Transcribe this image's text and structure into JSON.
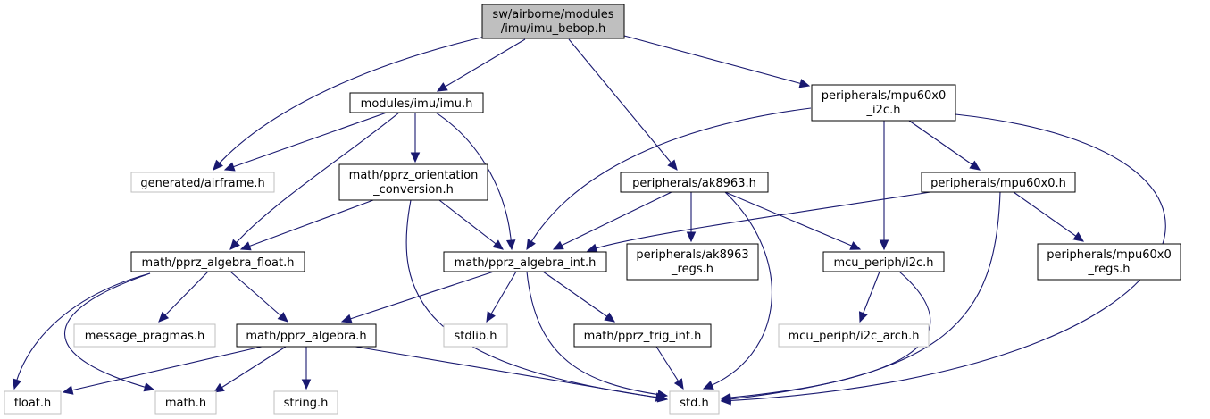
{
  "diagram": {
    "type": "include-dependency-graph",
    "colors": {
      "edge": "#191970",
      "main_fill": "#bfbfbf",
      "local_border": "#000000",
      "external_border": "#bfbfbf"
    },
    "nodes": [
      {
        "id": "imu_bebop",
        "lines": [
          "sw/airborne/modules",
          "/imu/imu_bebop.h"
        ],
        "kind": "main"
      },
      {
        "id": "imu",
        "lines": [
          "modules/imu/imu.h"
        ],
        "kind": "local"
      },
      {
        "id": "mpu60x0_i2c",
        "lines": [
          "peripherals/mpu60x0",
          "_i2c.h"
        ],
        "kind": "local"
      },
      {
        "id": "airframe",
        "lines": [
          "generated/airframe.h"
        ],
        "kind": "external"
      },
      {
        "id": "orientation",
        "lines": [
          "math/pprz_orientation",
          "_conversion.h"
        ],
        "kind": "local"
      },
      {
        "id": "ak8963",
        "lines": [
          "peripherals/ak8963.h"
        ],
        "kind": "local"
      },
      {
        "id": "mpu60x0",
        "lines": [
          "peripherals/mpu60x0.h"
        ],
        "kind": "local"
      },
      {
        "id": "algebra_float",
        "lines": [
          "math/pprz_algebra_float.h"
        ],
        "kind": "local"
      },
      {
        "id": "algebra_int",
        "lines": [
          "math/pprz_algebra_int.h"
        ],
        "kind": "local"
      },
      {
        "id": "ak8963_regs",
        "lines": [
          "peripherals/ak8963",
          "_regs.h"
        ],
        "kind": "local"
      },
      {
        "id": "i2c",
        "lines": [
          "mcu_periph/i2c.h"
        ],
        "kind": "local"
      },
      {
        "id": "mpu60x0_regs",
        "lines": [
          "peripherals/mpu60x0",
          "_regs.h"
        ],
        "kind": "local"
      },
      {
        "id": "message_pragmas",
        "lines": [
          "message_pragmas.h"
        ],
        "kind": "external"
      },
      {
        "id": "algebra",
        "lines": [
          "math/pprz_algebra.h"
        ],
        "kind": "local"
      },
      {
        "id": "stdlib",
        "lines": [
          "stdlib.h"
        ],
        "kind": "external"
      },
      {
        "id": "trig_int",
        "lines": [
          "math/pprz_trig_int.h"
        ],
        "kind": "local"
      },
      {
        "id": "i2c_arch",
        "lines": [
          "mcu_periph/i2c_arch.h"
        ],
        "kind": "external"
      },
      {
        "id": "float",
        "lines": [
          "float.h"
        ],
        "kind": "external"
      },
      {
        "id": "math",
        "lines": [
          "math.h"
        ],
        "kind": "external"
      },
      {
        "id": "string",
        "lines": [
          "string.h"
        ],
        "kind": "external"
      },
      {
        "id": "std",
        "lines": [
          "std.h"
        ],
        "kind": "external"
      }
    ],
    "edges": [
      {
        "from": "imu_bebop",
        "to": "airframe"
      },
      {
        "from": "imu_bebop",
        "to": "imu"
      },
      {
        "from": "imu_bebop",
        "to": "ak8963"
      },
      {
        "from": "imu_bebop",
        "to": "mpu60x0_i2c"
      },
      {
        "from": "imu",
        "to": "airframe"
      },
      {
        "from": "imu",
        "to": "orientation"
      },
      {
        "from": "imu",
        "to": "algebra_float"
      },
      {
        "from": "imu",
        "to": "algebra_int"
      },
      {
        "from": "orientation",
        "to": "algebra_float"
      },
      {
        "from": "orientation",
        "to": "algebra_int"
      },
      {
        "from": "orientation",
        "to": "std"
      },
      {
        "from": "mpu60x0_i2c",
        "to": "algebra_int"
      },
      {
        "from": "mpu60x0_i2c",
        "to": "i2c"
      },
      {
        "from": "mpu60x0_i2c",
        "to": "mpu60x0"
      },
      {
        "from": "mpu60x0_i2c",
        "to": "std"
      },
      {
        "from": "ak8963",
        "to": "algebra_int"
      },
      {
        "from": "ak8963",
        "to": "ak8963_regs"
      },
      {
        "from": "ak8963",
        "to": "i2c"
      },
      {
        "from": "ak8963",
        "to": "std"
      },
      {
        "from": "mpu60x0",
        "to": "algebra_int"
      },
      {
        "from": "mpu60x0",
        "to": "mpu60x0_regs"
      },
      {
        "from": "mpu60x0",
        "to": "std"
      },
      {
        "from": "algebra_float",
        "to": "message_pragmas"
      },
      {
        "from": "algebra_float",
        "to": "algebra"
      },
      {
        "from": "algebra_float",
        "to": "float"
      },
      {
        "from": "algebra_float",
        "to": "math"
      },
      {
        "from": "algebra_int",
        "to": "algebra"
      },
      {
        "from": "algebra_int",
        "to": "stdlib"
      },
      {
        "from": "algebra_int",
        "to": "trig_int"
      },
      {
        "from": "algebra_int",
        "to": "std"
      },
      {
        "from": "algebra",
        "to": "float"
      },
      {
        "from": "algebra",
        "to": "math"
      },
      {
        "from": "algebra",
        "to": "string"
      },
      {
        "from": "algebra",
        "to": "std"
      },
      {
        "from": "trig_int",
        "to": "std"
      },
      {
        "from": "i2c",
        "to": "i2c_arch"
      },
      {
        "from": "i2c",
        "to": "std"
      }
    ]
  }
}
